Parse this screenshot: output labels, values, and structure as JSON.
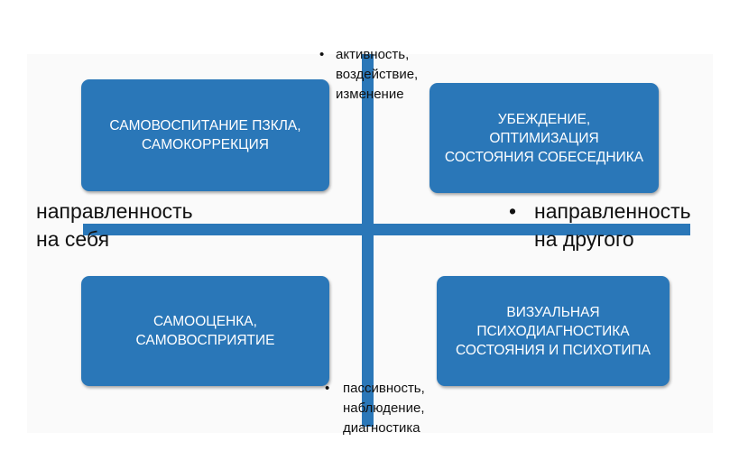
{
  "diagram": {
    "accent_color": "#2a77b8",
    "quadrants": {
      "top_left": "САМОВОСПИТАНИЕ ПЗКЛА,\nСАМОКОРРЕКЦИЯ",
      "top_right": "УБЕЖДЕНИЕ,\nОПТИМИЗАЦИЯ\nСОСТОЯНИЯ СОБЕСЕДНИКА",
      "bottom_left": "САМООЦЕНКА,\nСАМОВОСПРИЯТИЕ",
      "bottom_right": "ВИЗУАЛЬНАЯ\nПСИХОДИАГНОСТИКА\nСОСТОЯНИЯ И ПСИХОТИПА"
    },
    "axis_labels": {
      "top": "активность,\nвоздействие,\nизменение",
      "bottom": "пассивность,\nнаблюдение,\nдиагностика",
      "left": "направленность\nна себя",
      "right": "направленность\nна другого"
    },
    "bullet": "•"
  }
}
